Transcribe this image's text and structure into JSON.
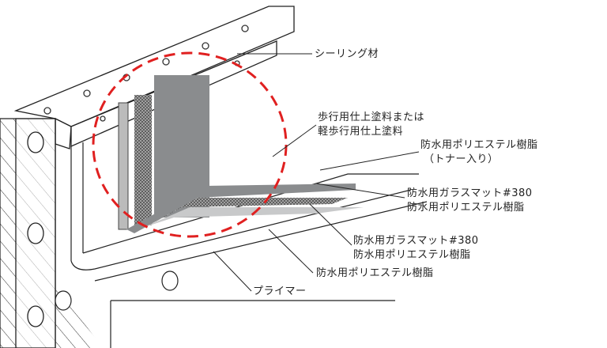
{
  "labels": {
    "sealing": "シーリング材",
    "finish_1": "歩行用仕上塗料または",
    "finish_2": "軽歩行用仕上塗料",
    "resin_toner_1": "防水用ポリエステル樹脂",
    "resin_toner_2": "（トナー入り）",
    "glassmat_a_1": "防水用ガラスマット#380",
    "glassmat_a_2": "防水用ポリエステル樹脂",
    "glassmat_b_1": "防水用ガラスマット#380",
    "glassmat_b_2": "防水用ポリエステル樹脂",
    "resin": "防水用ポリエステル樹脂",
    "primer": "プライマー"
  },
  "colors": {
    "highlight": "#e02020",
    "membrane": "#8a8c8e",
    "line": "#222222"
  }
}
